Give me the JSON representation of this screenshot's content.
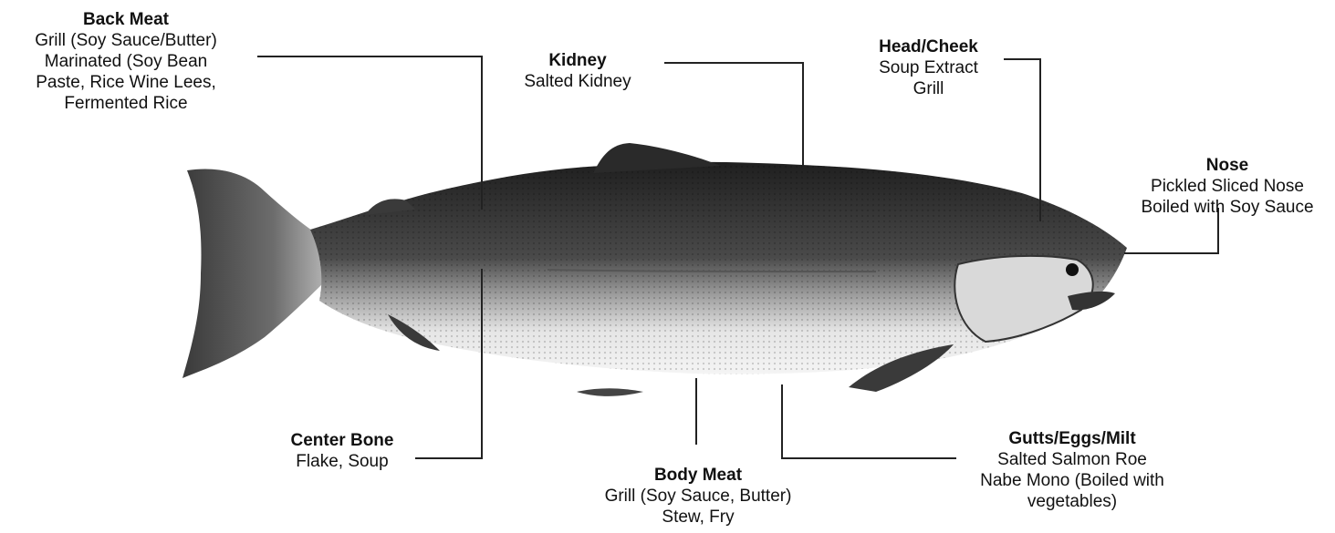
{
  "labels": {
    "back_meat": {
      "title": "Back Meat",
      "lines": [
        "Grill (Soy Sauce/Butter)",
        "Marinated (Soy Bean",
        "Paste, Rice Wine Lees,",
        "Fermented Rice"
      ]
    },
    "kidney": {
      "title": "Kidney",
      "lines": [
        "Salted Kidney"
      ]
    },
    "head_cheek": {
      "title": "Head/Cheek",
      "lines": [
        "Soup Extract",
        "Grill"
      ]
    },
    "nose": {
      "title": "Nose",
      "lines": [
        "Pickled Sliced Nose",
        "Boiled with Soy Sauce"
      ]
    },
    "center_bone": {
      "title": "Center Bone",
      "lines": [
        "Flake, Soup"
      ]
    },
    "body_meat": {
      "title": "Body Meat",
      "lines": [
        "Grill (Soy Sauce, Butter)",
        "Stew, Fry"
      ]
    },
    "gutts": {
      "title": "Gutts/Eggs/Milt",
      "lines": [
        "Salted Salmon Roe",
        "Nabe Mono (Boiled with",
        "vegetables)"
      ]
    }
  },
  "colors": {
    "line": "#222222",
    "fish_dark": "#2e2e2e",
    "fish_mid": "#6a6a6a",
    "fish_light": "#d8d8d8"
  }
}
